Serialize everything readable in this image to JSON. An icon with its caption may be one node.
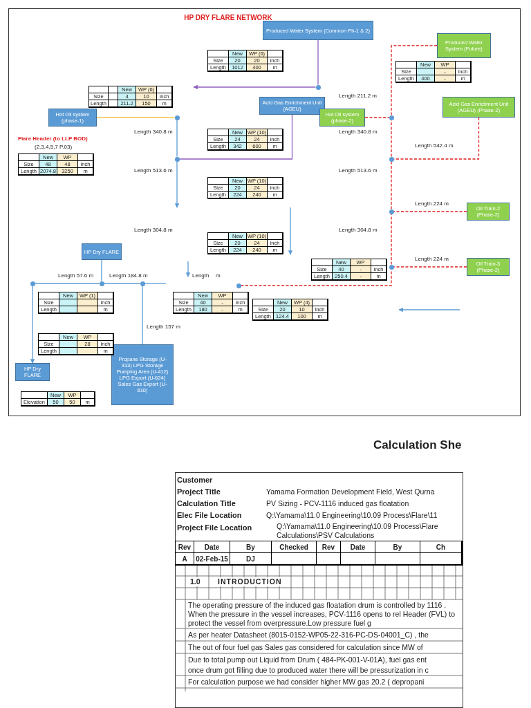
{
  "diagram": {
    "title": "HP DRY FLARE NETWORK",
    "nodes": [
      {
        "text": [
          "Produced Water System (Common Ph-1 & 2)"
        ]
      },
      {
        "text": [
          "Hot Oil system (phase-1)"
        ]
      },
      {
        "text": [
          "Acid Gas Enrichment Unit (AGEU)"
        ]
      },
      {
        "text": [
          "HP Dry FLARE"
        ]
      },
      {
        "text": [
          "HP Dry FLARE"
        ]
      },
      {
        "text": [
          "Propane Storage (U-313) LPG Storage Pumping Area (U-412) LPG Export (U-624) Sales Gas Export (U-610)"
        ]
      },
      {
        "text": [
          "Produced Water System (Future)"
        ]
      },
      {
        "text": [
          "Hot Oil system (phase-2)"
        ]
      },
      {
        "text": [
          "Acid Gas Enrichment Unit (AGEU) (Phase-2)"
        ]
      },
      {
        "text": [
          "Oil Train-2 (Phase-2)"
        ]
      },
      {
        "text": [
          "Oil Train-3 (Phase-2)"
        ]
      },
      {
        "text": [],
        "shape": "circle"
      },
      {
        "text": [],
        "shape": "circle"
      },
      {
        "text": [],
        "shape": "circle"
      },
      {
        "text": [],
        "shape": "circle"
      },
      {
        "text": [],
        "shape": "circle"
      },
      {
        "text": [],
        "shape": "circle"
      },
      {
        "text": [],
        "shape": "circle"
      },
      {
        "text": [],
        "shape": "circle"
      },
      {
        "text": [],
        "shape": "circle"
      },
      {
        "text": [],
        "shape": "circle"
      },
      {
        "text": [],
        "shape": "circle"
      }
    ],
    "edges": [
      {
        "from": 0,
        "to": 11,
        "arrow": "none",
        "color": "#8e5fc0"
      },
      {
        "from": 11,
        "to": null,
        "arrow": "to",
        "color": "#8e5fc0"
      },
      {
        "from": 1,
        "to": 12,
        "arrow": "none",
        "color": "#f5c542"
      },
      {
        "from": 2,
        "to": 13,
        "arrow": "none",
        "color": "#8e5fc0"
      },
      {
        "from": 12,
        "to": 13,
        "arrow": "none",
        "color": "#5b9bd5"
      },
      {
        "from": 13,
        "to": null,
        "arrow": "to",
        "color": "#5b9bd5"
      },
      {
        "from": 3,
        "to": 15,
        "arrow": "none",
        "color": "#5b9bd5"
      },
      {
        "from": 14,
        "to": 15,
        "arrow": "none",
        "color": "#5b9bd5"
      },
      {
        "from": 15,
        "to": 16,
        "arrow": "none",
        "color": "#5b9bd5"
      },
      {
        "from": 16,
        "to": null,
        "arrow": "none",
        "color": "#5b9bd5"
      },
      {
        "from": 14,
        "to": 4,
        "arrow": "to",
        "color": "#5b9bd5"
      },
      {
        "from": 16,
        "to": 5,
        "arrow": "none",
        "color": "#5b9bd5"
      },
      {
        "from": 17,
        "to": 21,
        "arrow": "none",
        "style": "dashed",
        "color": "#e02020"
      },
      {
        "from": 21,
        "to": 20,
        "arrow": "none",
        "style": "dashed",
        "color": "#e02020"
      },
      {
        "from": 20,
        "to": 19,
        "arrow": "none",
        "style": "dashed",
        "color": "#e02020"
      },
      {
        "from": 19,
        "to": 18,
        "arrow": "none",
        "style": "dashed",
        "color": "#e02020"
      },
      {
        "from": 18,
        "to": 6,
        "arrow": "none",
        "style": "dashed",
        "color": "#e02020"
      },
      {
        "from": 7,
        "to": 18,
        "arrow": "none",
        "style": "dashed",
        "color": "#e02020"
      },
      {
        "from": 8,
        "to": 19,
        "arrow": "none",
        "style": "dashed",
        "color": "#e02020"
      },
      {
        "from": 9,
        "to": 20,
        "arrow": "none",
        "style": "dashed",
        "color": "#e02020"
      },
      {
        "from": 10,
        "to": 21,
        "arrow": "none",
        "style": "dashed",
        "color": "#e02020"
      }
    ],
    "labels": [
      "New",
      "WP (6)",
      "New",
      "WP",
      "Size",
      "20",
      "20",
      "inch",
      "Size",
      "-",
      "inch",
      "Length",
      "1012",
      "400",
      "m",
      "Length",
      "400",
      "-",
      "m",
      "New",
      "WP (6)",
      "Size",
      "4",
      "10",
      "inch",
      "Length 211.2 m",
      "Length",
      "211.2",
      "150",
      "m",
      "Length 340.8 m",
      "New",
      "WP (10)",
      "Length 340.8 m",
      "Flare Header (to LLP BOD)",
      "Size",
      "24",
      "24",
      "inch",
      "(2,3,4,5,7 P.03)",
      "Length",
      "342",
      "600",
      "m",
      "Length 542.4 m",
      "New",
      "WP",
      "Size",
      "48",
      "48",
      "inch",
      "Length",
      "2074.8",
      "3250",
      "m",
      "Length 513.6 m",
      "Length 513.6 m",
      "New",
      "WP (10)",
      "Size",
      "20",
      "24",
      "inch",
      "Length",
      "224",
      "240",
      "m",
      "Length 224 m",
      "Length 304.8 m",
      "Length 304.8 m",
      "New",
      "WP (10)",
      "Size",
      "20",
      "24",
      "inch",
      "Length",
      "224",
      "240",
      "m",
      "Length 224 m",
      "New",
      "WP",
      "Size",
      "40",
      "-",
      "inch",
      "Length 57.6 m",
      "Length 184.8 m",
      "Length",
      "m",
      "Length",
      "250.4",
      "-",
      "m",
      "New",
      "WP (1)",
      "New",
      "WP",
      "Size",
      "inch",
      "Size",
      "40",
      "-",
      "inch",
      "New",
      "WP (4)",
      "Length",
      "m",
      "Length",
      "180",
      "-",
      "m",
      "Size",
      "20",
      "10",
      "inch",
      "Length",
      "124.4",
      "100",
      "m",
      "Length 157 m",
      "New",
      "WP",
      "Size",
      "28",
      "inch",
      "Length",
      "m",
      "New",
      "WP",
      "Elevation",
      "50",
      "50",
      "m",
      "Calculation She",
      "Customer",
      "Project Title",
      "Yamama Formation Development Field, West Qurna",
      "Calculation Title",
      "PV Sizing - PCV-1116 induced gas floatation",
      "Elec File Location",
      "Q:\\Yamama\\11.0 Engineering\\10.09 Process\\Flare\\11",
      "Project File Location",
      "Q:\\Yamama\\11.0 Engineering\\10.09 Process\\Flare Calculations\\PSV Calculations",
      "Rev",
      "Date",
      "By",
      "Checked",
      "Rev",
      "Date",
      "By",
      "Ch",
      "A",
      "02-Feb-15",
      "DJ",
      "1.0",
      "INTRODUCTION",
      "The operating pressure of the induced gas floatation drum is controlled by 1116 . When the pressure in the vessel increases, PCV-1116 opens to rel Header (FVL) to protect the vessel from overpressure.Low pressure fuel g",
      "As per heater Datasheet (8015-0152-WP05-22-316-PC-DS-04001_C) , the",
      "The out of four fuel gas Sales gas considered for calculation since MW of",
      "Due to total pump out Liquid from Drum ( 484-PK-001-V-01A), fuel gas ent",
      "once drum got filling due to produced water there will be pressurization in c",
      "For calculation purpose we had consider higher MW gas 20.2 ( depropani"
    ]
  }
}
